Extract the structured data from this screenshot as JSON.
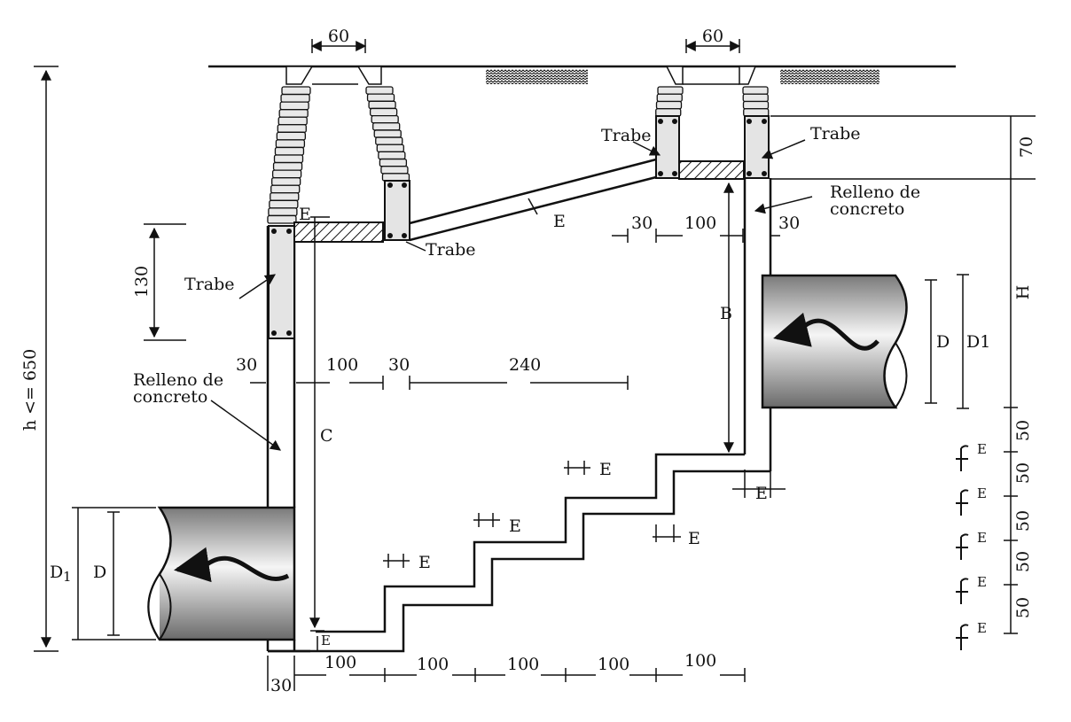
{
  "labels": {
    "trabe": "Trabe",
    "relleno_line1": "Relleno de",
    "relleno_line2": "concreto",
    "E": "E",
    "B": "B",
    "C": "C",
    "D": "D",
    "D1": "D1",
    "D_sub": "D",
    "D_sub_index": "1",
    "H": "H",
    "h_total": "h <= 650"
  },
  "dimensions": {
    "top_opening_left": "60",
    "top_opening_right": "60",
    "beam_height": "130",
    "right_top_70": "70",
    "mid_30_left": "30",
    "mid_100": "100",
    "mid_30_right": "30",
    "mid_240": "240",
    "right_30_left": "30",
    "right_100": "100",
    "right_30_right": "30",
    "step_height": "50",
    "step_run": "100",
    "bottom_wall": "30"
  },
  "colors": {
    "line": "#111111",
    "pipe_dark": "#6f6f6f",
    "pipe_light": "#f4f4f4",
    "beam_fill": "#e4e4e4"
  }
}
